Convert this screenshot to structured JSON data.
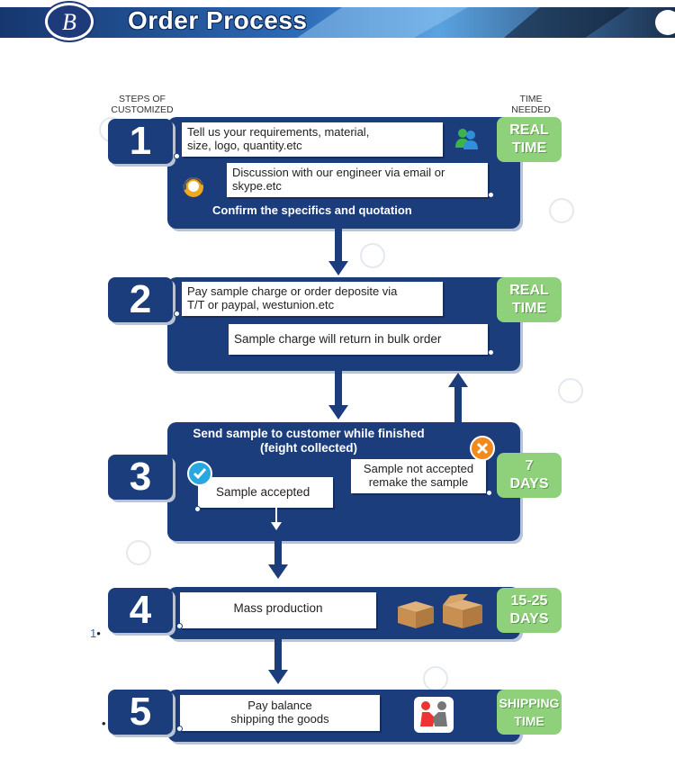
{
  "header": {
    "logo_letter": "B",
    "title": "Order Process",
    "colors": {
      "bar_dark": "#16366e",
      "bar_light": "#3a86d4",
      "navy": "#1c3d7c",
      "green": "#8fd07a"
    }
  },
  "columns": {
    "steps_heading_line1": "STEPS OF",
    "steps_heading_line2": "CUSTOMIZED",
    "time_heading_line1": "TIME",
    "time_heading_line2": "NEEDED"
  },
  "steps": {
    "s1": {
      "number": "1",
      "note1_line1": "Tell us your requirements, material,",
      "note1_line2": "size, logo, quantity.etc",
      "note2_line1": "Discussion with our engineer via email or",
      "note2_line2": "skype.etc",
      "confirm": "Confirm the specifics and quotation",
      "time_line1": "REAL",
      "time_line2": "TIME"
    },
    "s2": {
      "number": "2",
      "note1_line1": "Pay sample charge or order deposite via",
      "note1_line2": "T/T or paypal, westunion.etc",
      "note2": "Sample charge will return in bulk order",
      "time_line1": "REAL",
      "time_line2": "TIME"
    },
    "s3": {
      "number": "3",
      "heading_line1": "Send sample to customer while finished",
      "heading_line2": "(feight collected)",
      "accepted": "Sample accepted",
      "rejected_line1": "Sample not accepted",
      "rejected_line2": "remake the sample",
      "time_line1": "7",
      "time_line2": "DAYS"
    },
    "s4": {
      "number": "4",
      "note": "Mass production",
      "time_line1": "15-25",
      "time_line2": "DAYS"
    },
    "s5": {
      "number": "5",
      "note_line1": "Pay balance",
      "note_line2": "shipping the goods",
      "time_line1": "SHIPPING",
      "time_line2": "TIME"
    }
  },
  "list_marker": "1"
}
